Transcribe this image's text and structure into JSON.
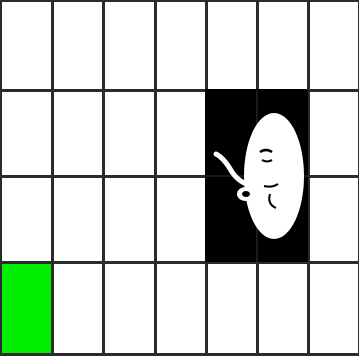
{
  "grid": {
    "rows": 4,
    "cols": 7,
    "cells": [
      [
        "empty",
        "empty",
        "empty",
        "empty",
        "empty",
        "empty",
        "empty"
      ],
      [
        "empty",
        "empty",
        "empty",
        "empty",
        "dark",
        "dark",
        "empty"
      ],
      [
        "empty",
        "empty",
        "empty",
        "empty",
        "dark",
        "dark",
        "empty"
      ],
      [
        "goal",
        "empty",
        "empty",
        "empty",
        "empty",
        "empty",
        "empty"
      ]
    ]
  },
  "sprite": {
    "name": "ghost-with-pipe",
    "icon": "ghost-pipe-icon",
    "occupies": {
      "rows": [
        1,
        2
      ],
      "cols": [
        4,
        5
      ]
    }
  },
  "colors": {
    "goal": "#00ee00",
    "grid_line": "#2b2b2b",
    "wall": "#000000",
    "empty": "#ffffff"
  }
}
